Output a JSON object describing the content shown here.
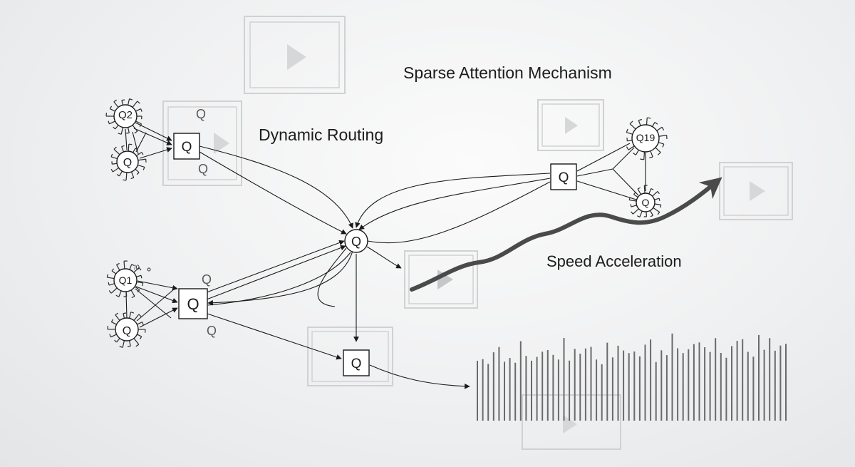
{
  "labels": {
    "sparse": "Sparse Attention Mechanism",
    "dynamic": "Dynamic Routing",
    "speed": "Speed Acceleration"
  },
  "nodes": {
    "circle_q2": "Q2",
    "circle_q_top_left": "Q",
    "square_top_left": "Q",
    "circle_q1": "Q1",
    "circle_q1_mark": "/0",
    "circle_q_bottom_left": "Q",
    "square_bottom_left": "Q",
    "hub": "Q",
    "square_bottom_mid": "Q",
    "square_right": "Q",
    "circle_q19": "Q19",
    "circle_q_right": "Q"
  },
  "floating_q": {
    "top_1": "Q",
    "top_2": "Q",
    "bottom_1": "Q",
    "bottom_2": "Q"
  },
  "colors": {
    "ink": "#1a1a1a",
    "arrow_gray": "#505050",
    "ghost": "#c9cbcd",
    "bars": "#6a6a6a"
  },
  "icons": [
    "play-icon"
  ]
}
